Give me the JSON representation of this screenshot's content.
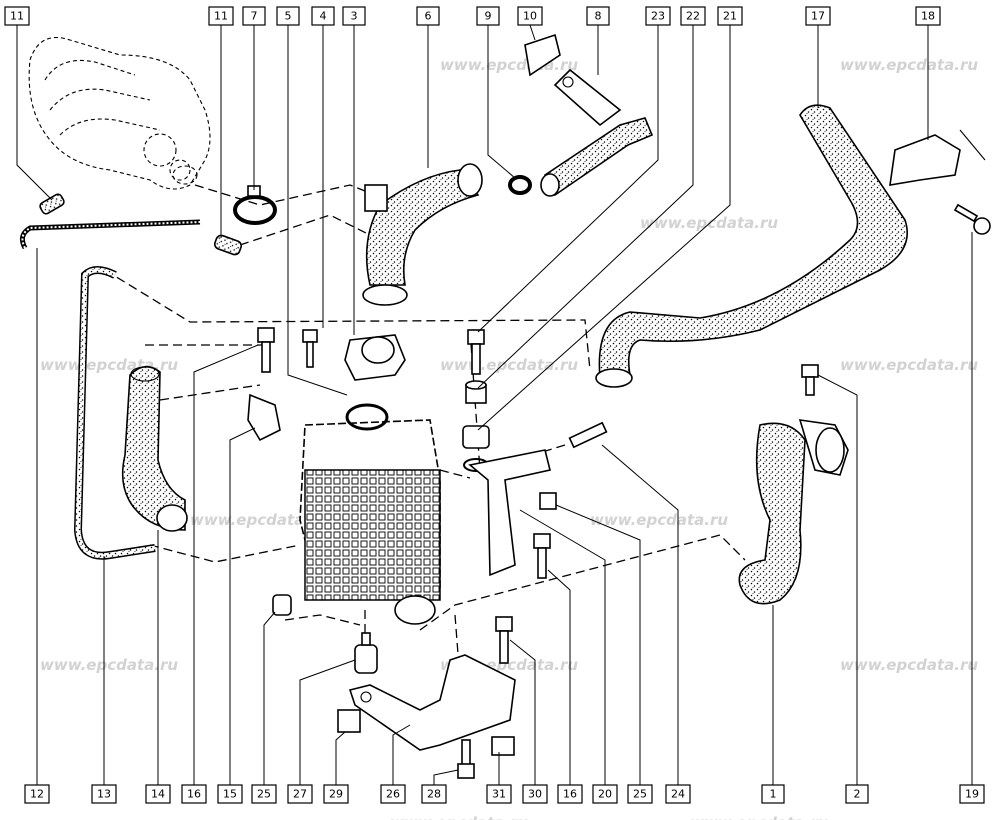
{
  "watermark": "www.epcdata.ru",
  "callouts_top": [
    "11",
    "11",
    "7",
    "5",
    "4",
    "3",
    "6",
    "9",
    "10",
    "8",
    "23",
    "22",
    "21",
    "17",
    "18"
  ],
  "callouts_bottom": [
    "12",
    "13",
    "14",
    "16",
    "15",
    "25",
    "27",
    "29",
    "26",
    "28",
    "31",
    "30",
    "16",
    "20",
    "25",
    "24",
    "1",
    "2",
    "19"
  ]
}
